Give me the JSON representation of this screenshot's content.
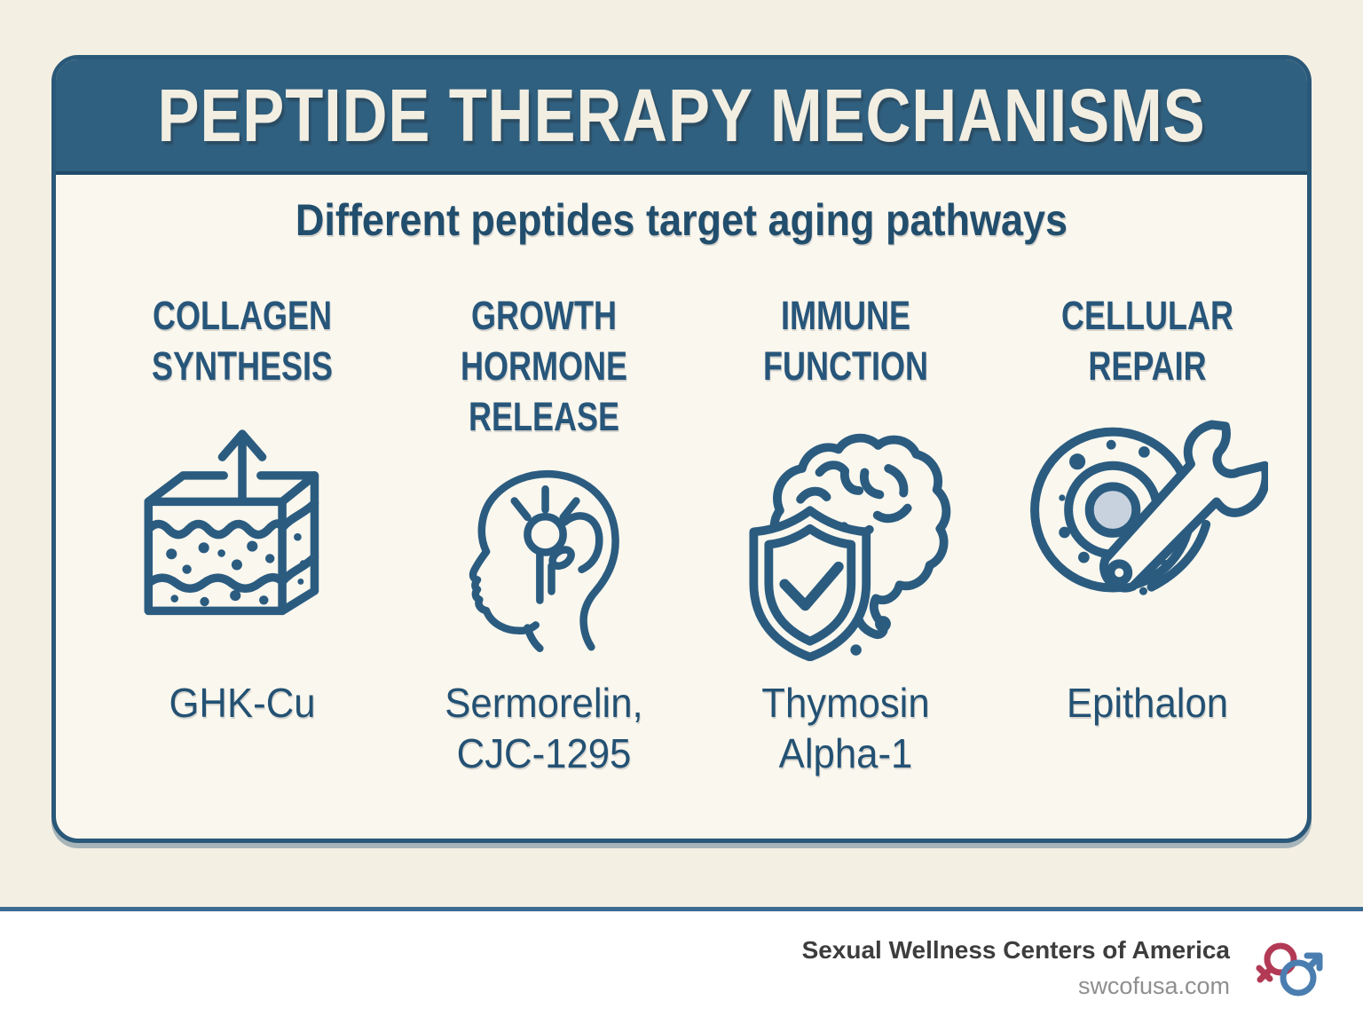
{
  "title": "PEPTIDE THERAPY MECHANISMS",
  "subtitle": "Different peptides target aging pathways",
  "columns": [
    {
      "heading": "COLLAGEN\nSYNTHESIS",
      "icon": "skin-layers-arrow",
      "peptides": "GHK-Cu"
    },
    {
      "heading": "GROWTH\nHORMONE\nRELEASE",
      "icon": "head-pituitary",
      "peptides": "Sermorelin,\nCJC-1295"
    },
    {
      "heading": "IMMUNE\nFUNCTION",
      "icon": "brain-shield-check",
      "peptides": "Thymosin\nAlpha-1"
    },
    {
      "heading": "CELLULAR\nREPAIR",
      "icon": "cell-wrench",
      "peptides": "Epithalon"
    }
  ],
  "footer": {
    "organization": "Sexual Wellness Centers of America",
    "website": "swcofusa.com"
  },
  "colors": {
    "ink": "#2b5c80",
    "header_bg": "#30607f",
    "page_bg": "#f4efe3",
    "card_bg": "#faf7ee",
    "footer_bg": "#ffffff",
    "logo_red": "#b23a55",
    "logo_blue": "#4a7eb0",
    "nucleus_fill": "#c8d2de"
  }
}
